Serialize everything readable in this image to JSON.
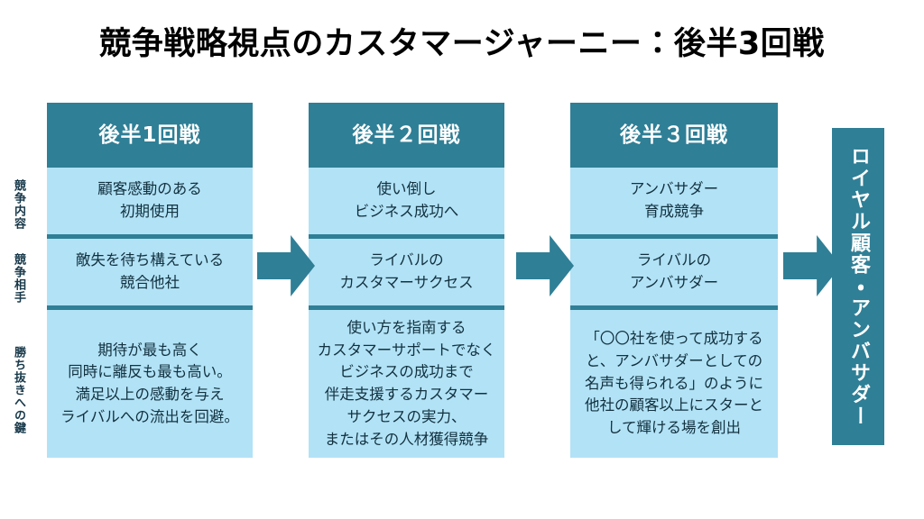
{
  "slide": {
    "title": "競争戦略視点のカスタマージャーニー：後半3回戦",
    "background_color": "#ffffff",
    "accent_color": "#2f7f96",
    "panel_color": "#b2e2f6",
    "text_color": "#12313f"
  },
  "row_labels": [
    {
      "label": "競争内容"
    },
    {
      "label": "競争相手"
    },
    {
      "label": "勝ち抜きへの鍵"
    }
  ],
  "columns": [
    {
      "header": "後半1回戦",
      "cells": [
        {
          "lines": [
            "顧客感動のある",
            "初期使用"
          ]
        },
        {
          "lines": [
            "敵失を待ち構えている",
            "競合他社"
          ]
        },
        {
          "lines": [
            "期待が最も高く",
            "同時に離反も最も高い。",
            "満足以上の感動を与え",
            "ライバルへの流出を回避。"
          ]
        }
      ]
    },
    {
      "header": "後半２回戦",
      "cells": [
        {
          "lines": [
            "使い倒し",
            "ビジネス成功へ"
          ]
        },
        {
          "lines": [
            "ライバルの",
            "カスタマーサクセス"
          ]
        },
        {
          "lines": [
            "使い方を指南する",
            "カスタマーサポートでなく",
            "ビジネスの成功まで",
            "伴走支援するカスタマー",
            "サクセスの実力、",
            "またはその人材獲得競争"
          ]
        }
      ]
    },
    {
      "header": "後半３回戦",
      "cells": [
        {
          "lines": [
            "アンバサダー",
            "育成競争"
          ]
        },
        {
          "lines": [
            "ライバルの",
            "アンバサダー"
          ]
        },
        {
          "lines": [
            "「〇〇社を使って成功する",
            "と、アンバサダーとしての",
            "名声も得られる」のように",
            "他社の顧客以上にスターと",
            "して輝ける場を創出"
          ]
        }
      ]
    }
  ],
  "arrows": [
    {
      "name": "arrow-stage1-to-stage2",
      "direction": "right"
    },
    {
      "name": "arrow-stage2-to-stage3",
      "direction": "right"
    },
    {
      "name": "arrow-stage3-to-outcome",
      "direction": "right"
    }
  ],
  "outcome": {
    "label": "ロイヤル顧客・アンバサダー"
  }
}
